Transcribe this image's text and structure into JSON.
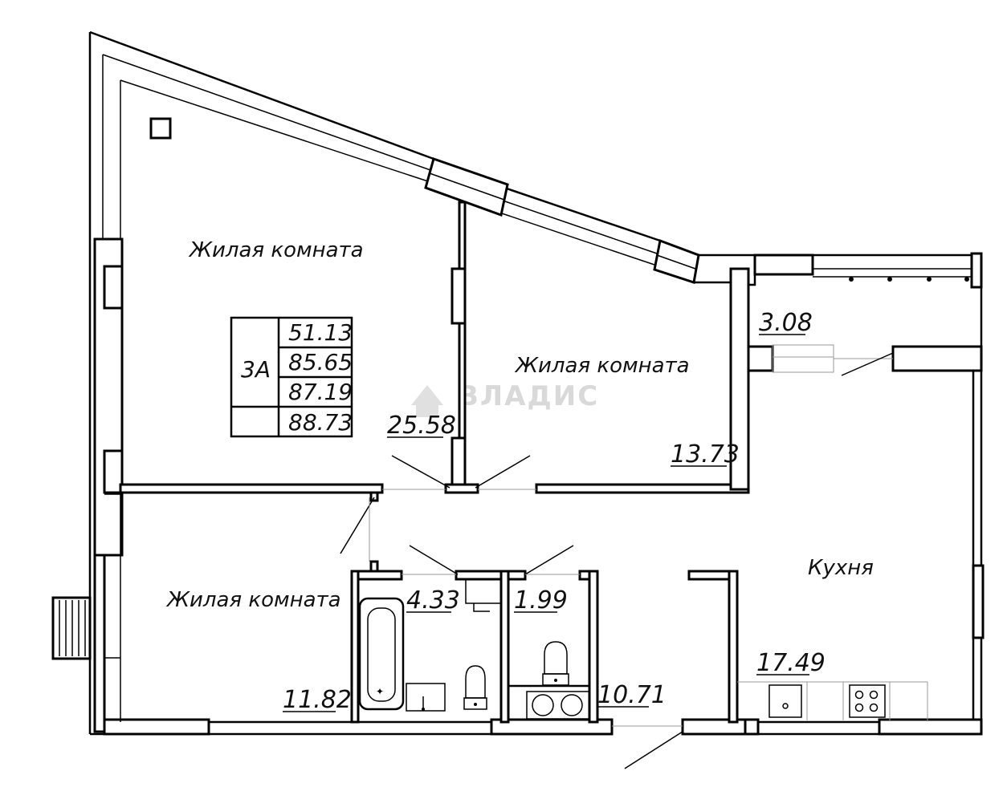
{
  "apartment": {
    "code": "3A",
    "areas_table": [
      "51.13",
      "85.65",
      "87.19",
      "88.73"
    ]
  },
  "rooms": {
    "living_room_1": {
      "label": "Жилая комната",
      "area": "25.58"
    },
    "living_room_2": {
      "label": "Жилая комната",
      "area": "13.73"
    },
    "living_room_3": {
      "label": "Жилая комната",
      "area": "11.82"
    },
    "kitchen": {
      "label": "Кухня",
      "area": "17.49"
    },
    "balcony": {
      "area": "3.08"
    },
    "bathroom": {
      "area": "4.33"
    },
    "toilet": {
      "area": "1.99"
    },
    "hallway": {
      "area": "10.71"
    }
  },
  "watermark": "ВЛАДИС"
}
